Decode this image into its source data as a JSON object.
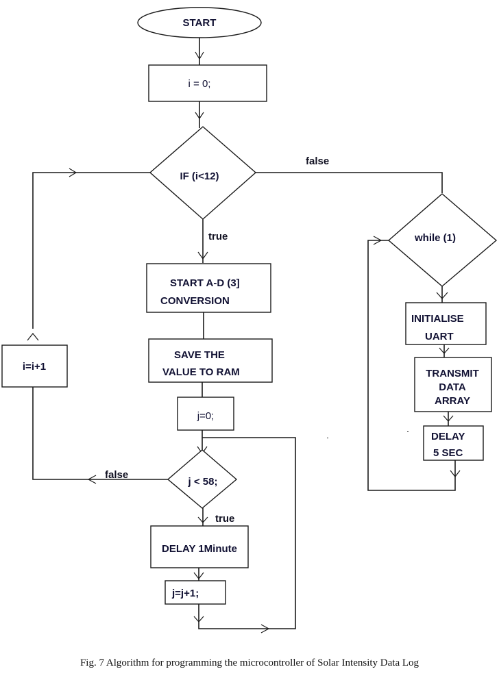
{
  "figure": {
    "caption": "Fig. 7 Algorithm for programming the microcontroller of Solar Intensity Data Log"
  },
  "nodes": {
    "start": {
      "type": "terminator",
      "lines": [
        "START"
      ]
    },
    "init_i": {
      "type": "process",
      "lines": [
        "i = 0;"
      ]
    },
    "if_i": {
      "type": "decision",
      "lines": [
        "IF (i<12)"
      ]
    },
    "adc": {
      "type": "process",
      "lines": [
        "START A-D   (3]",
        "CONVERSION"
      ]
    },
    "save": {
      "type": "process",
      "lines": [
        "SAVE THE",
        "VALUE TO RAM"
      ]
    },
    "init_j": {
      "type": "process",
      "lines": [
        "j=0;"
      ]
    },
    "if_j": {
      "type": "decision",
      "lines": [
        "j < 58;"
      ]
    },
    "delay1": {
      "type": "process",
      "lines": [
        "DELAY 1Minute"
      ]
    },
    "inc_j": {
      "type": "process",
      "lines": [
        "j=j+1;"
      ]
    },
    "inc_i": {
      "type": "process",
      "lines": [
        "i=i+1"
      ]
    },
    "while1": {
      "type": "decision",
      "lines": [
        "while (1)"
      ]
    },
    "uart": {
      "type": "process",
      "lines": [
        "INITIALISE",
        "UART"
      ]
    },
    "transmit": {
      "type": "process",
      "lines": [
        "TRANSMIT",
        "DATA",
        "ARRAY"
      ]
    },
    "delay5": {
      "type": "process",
      "lines": [
        "DELAY",
        "5 SEC"
      ]
    }
  },
  "edges": [
    {
      "from": "start",
      "to": "init_i",
      "label": ""
    },
    {
      "from": "init_i",
      "to": "if_i",
      "label": ""
    },
    {
      "from": "if_i",
      "to": "adc",
      "label": "true"
    },
    {
      "from": "if_i",
      "to": "while1",
      "label": "false"
    },
    {
      "from": "adc",
      "to": "save",
      "label": ""
    },
    {
      "from": "save",
      "to": "init_j",
      "label": ""
    },
    {
      "from": "init_j",
      "to": "if_j",
      "label": ""
    },
    {
      "from": "if_j",
      "to": "delay1",
      "label": "true"
    },
    {
      "from": "if_j",
      "to": "inc_i",
      "label": "false"
    },
    {
      "from": "delay1",
      "to": "inc_j",
      "label": ""
    },
    {
      "from": "inc_j",
      "to": "if_j",
      "label": ""
    },
    {
      "from": "inc_i",
      "to": "if_i",
      "label": ""
    },
    {
      "from": "while1",
      "to": "uart",
      "label": ""
    },
    {
      "from": "uart",
      "to": "transmit",
      "label": ""
    },
    {
      "from": "transmit",
      "to": "delay5",
      "label": ""
    },
    {
      "from": "delay5",
      "to": "while1",
      "label": ""
    }
  ],
  "edge_labels": {
    "if_i_true": "true",
    "if_i_false": "false",
    "if_j_true": "true",
    "if_j_false": "false"
  }
}
